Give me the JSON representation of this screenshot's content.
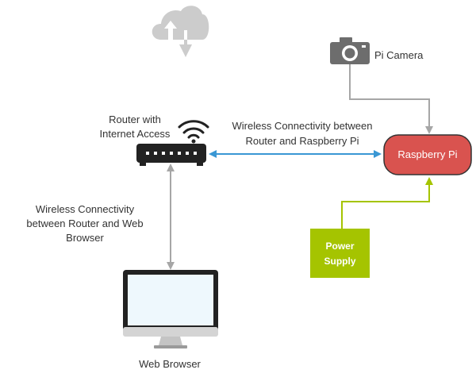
{
  "nodes": {
    "router": {
      "label_line1": "Router with",
      "label_line2": "Internet Access"
    },
    "pi_camera": {
      "label": "Pi Camera"
    },
    "raspberry_pi": {
      "label": "Raspberry Pi"
    },
    "power_supply": {
      "label_line1": "Power",
      "label_line2": "Supply"
    },
    "web_browser": {
      "label": "Web Browser"
    }
  },
  "edges": {
    "router_to_pi": {
      "label_line1": "Wireless Connectivity between",
      "label_line2": "Router and Raspberry Pi"
    },
    "router_to_browser": {
      "label_line1": "Wireless Connectivity",
      "label_line2": "between Router and Web",
      "label_line3": "Browser"
    }
  },
  "colors": {
    "connector_gray": "#a6a6a6",
    "connector_blue": "#3a97d4",
    "connector_green": "#a5c400",
    "raspberry_pi_fill": "#d9534f",
    "power_supply_fill": "#a5c400",
    "cloud_gray": "#cccccc",
    "device_dark": "#222222"
  },
  "icons": {
    "cloud": "cloud-transfer-icon",
    "camera": "camera-icon",
    "router": "router-icon",
    "wifi": "wifi-icon",
    "monitor": "monitor-icon"
  }
}
